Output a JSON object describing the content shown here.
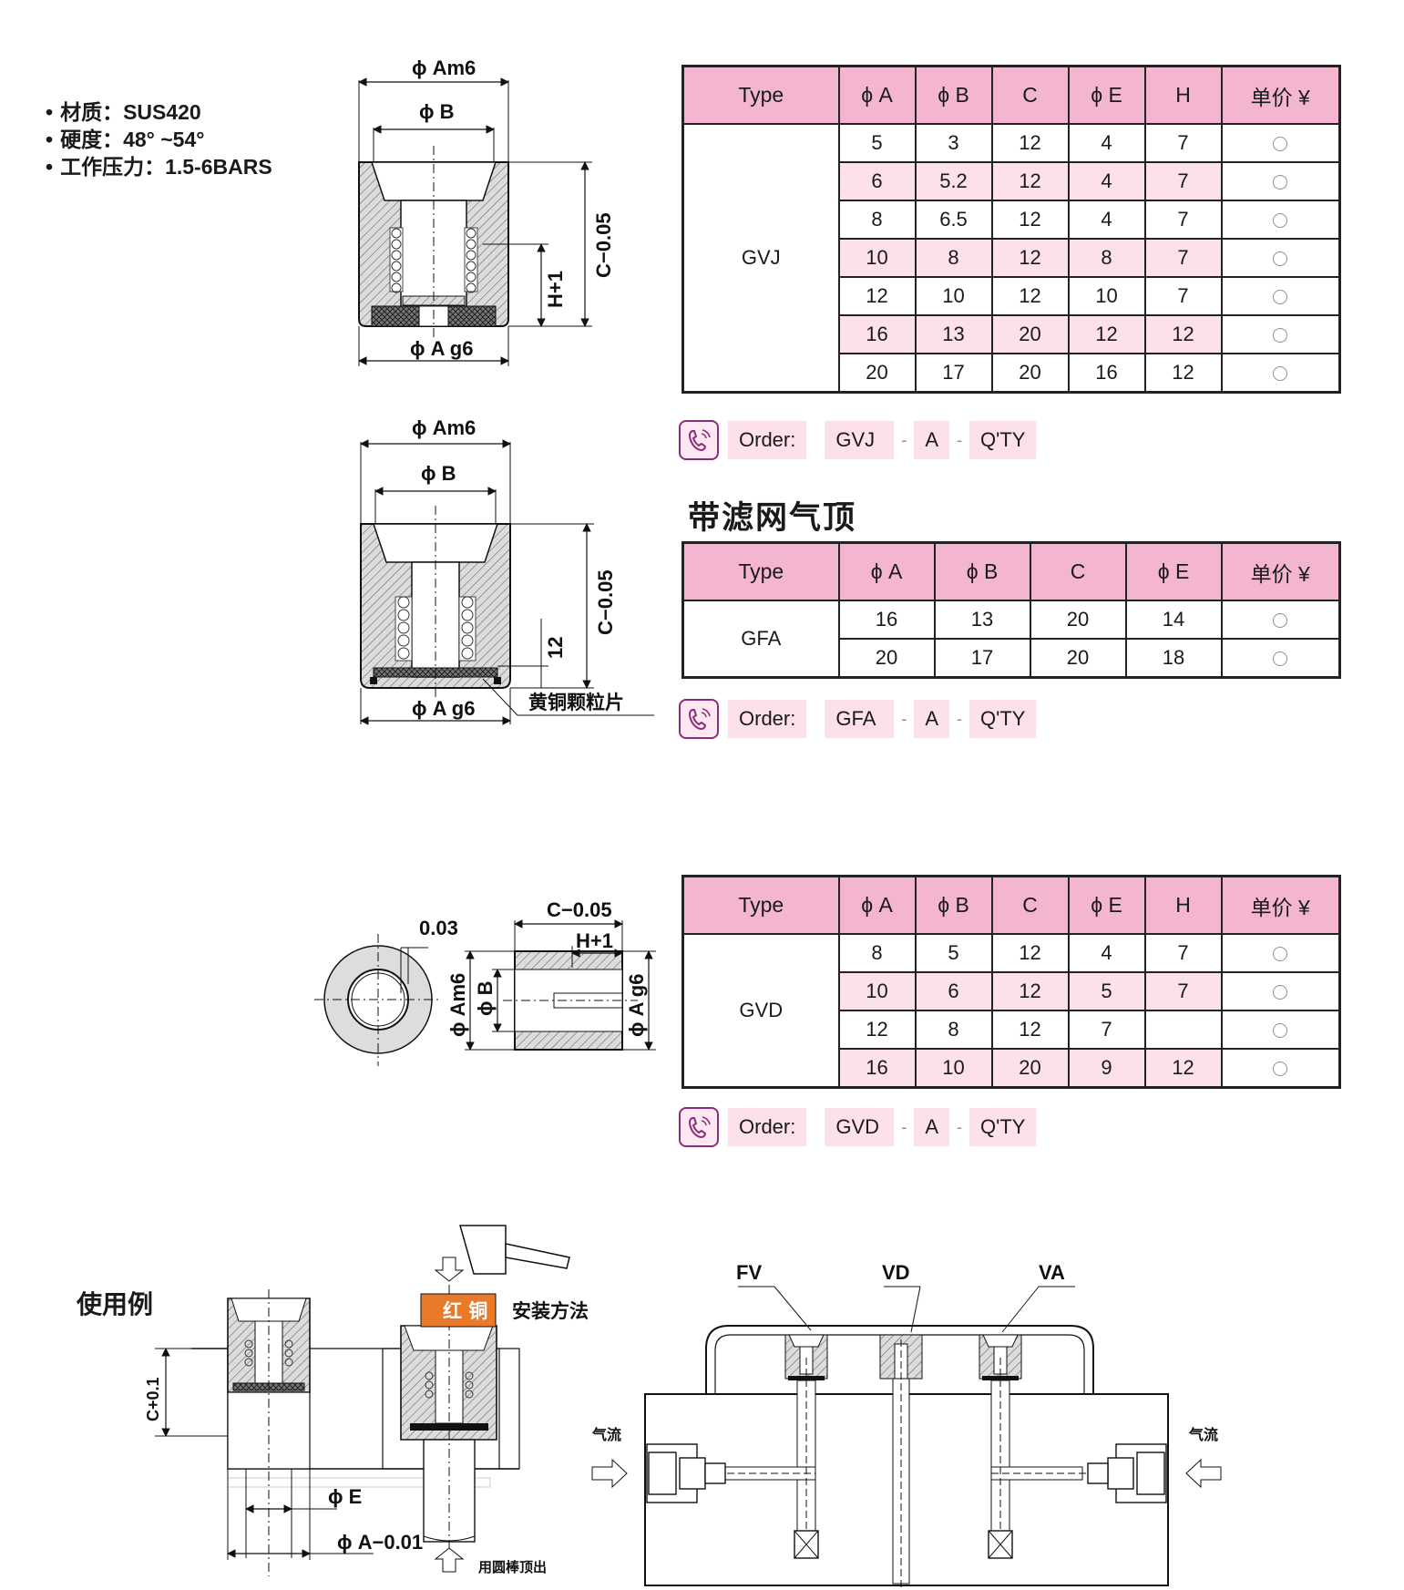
{
  "specs": {
    "material": "材质：SUS420",
    "hardness": "硬度：48° ~54°",
    "pressure": "工作压力：1.5-6BARS"
  },
  "drawing_labels": {
    "phi_a_m6": "ϕ Am6",
    "phi_b": "ϕ B",
    "phi_a_g6": "ϕ A g6",
    "c_tol": "C−0.05",
    "h_tol": "H+1",
    "twelve": "12",
    "brass_filter": "黄铜颗粒片",
    "runout": "0.03",
    "c_usage": "C+0.1",
    "phi_e": "ϕ E",
    "phi_a_tol": "ϕ A−0.01"
  },
  "gvj_table": {
    "headers": [
      "Type",
      "ϕ A",
      "ϕ B",
      "C",
      "ϕ E",
      "H",
      "单价 ¥"
    ],
    "type": "GVJ",
    "rows": [
      [
        "5",
        "3",
        "12",
        "4",
        "7"
      ],
      [
        "6",
        "5.2",
        "12",
        "4",
        "7"
      ],
      [
        "8",
        "6.5",
        "12",
        "4",
        "7"
      ],
      [
        "10",
        "8",
        "12",
        "8",
        "7"
      ],
      [
        "12",
        "10",
        "12",
        "10",
        "7"
      ],
      [
        "16",
        "13",
        "20",
        "12",
        "12"
      ],
      [
        "20",
        "17",
        "20",
        "16",
        "12"
      ]
    ]
  },
  "gvj_order": {
    "label": "Order:",
    "code": "GVJ",
    "a": "A",
    "qty": "Q'TY"
  },
  "gfa_section_title": "带滤网气顶",
  "gfa_table": {
    "headers": [
      "Type",
      "ϕ A",
      "ϕ B",
      "C",
      "ϕ E",
      "单价 ¥"
    ],
    "type": "GFA",
    "rows": [
      [
        "16",
        "13",
        "20",
        "14"
      ],
      [
        "20",
        "17",
        "20",
        "18"
      ]
    ]
  },
  "gfa_order": {
    "label": "Order:",
    "code": "GFA",
    "a": "A",
    "qty": "Q'TY"
  },
  "gvd_table": {
    "headers": [
      "Type",
      "ϕ A",
      "ϕ B",
      "C",
      "ϕ E",
      "H",
      "单价 ¥"
    ],
    "type": "GVD",
    "rows": [
      [
        "8",
        "5",
        "12",
        "4",
        "7"
      ],
      [
        "10",
        "6",
        "12",
        "5",
        "7"
      ],
      [
        "12",
        "8",
        "12",
        "7",
        ""
      ],
      [
        "16",
        "10",
        "20",
        "9",
        "12"
      ]
    ]
  },
  "gvd_order": {
    "label": "Order:",
    "code": "GVD",
    "a": "A",
    "qty": "Q'TY"
  },
  "usage": {
    "title": "使用例",
    "copper_label": "红 铜",
    "install_method": "安装方法",
    "push_out": "用圆棒顶出",
    "airflow_left": "气流",
    "airflow_right": "气流",
    "fv": "FV",
    "vd": "VD",
    "va": "VA"
  },
  "colors": {
    "header_pink": "#f4b5d1",
    "row_pink": "#fce0ec",
    "copper_orange": "#e87a2a",
    "phone_purple": "#8b2c7b"
  }
}
